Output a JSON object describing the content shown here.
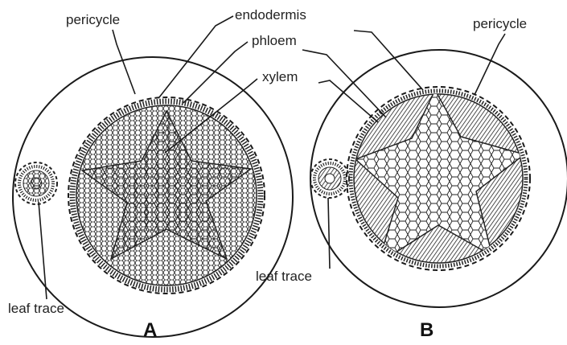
{
  "figure": {
    "panel_a": {
      "letter": "A",
      "labels": {
        "pericycle": "pericycle",
        "endodermis": "endodermis",
        "phloem": "phloem",
        "xylem": "xylem",
        "leaf_trace": "leaf trace"
      }
    },
    "panel_b": {
      "letter": "B",
      "labels": {
        "pericycle": "pericycle",
        "leaf_trace": "leaf trace"
      }
    }
  }
}
